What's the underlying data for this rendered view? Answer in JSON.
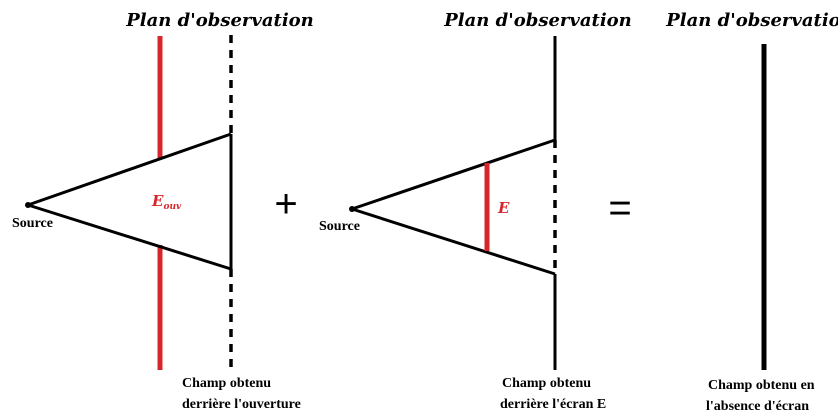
{
  "panels": [
    {
      "plane_title": "Plan d'observation",
      "source_label": "Source",
      "aperture_label": "E",
      "aperture_subscript": "ouv",
      "caption_line1": "Champ obtenu",
      "caption_line2": "derrière l'ouverture"
    },
    {
      "plane_title": "Plan d'observation",
      "source_label": "Source",
      "screen_label": "E",
      "caption_line1": "Champ obtenu",
      "caption_line2": "derrière l'écran E"
    },
    {
      "plane_title": "Plan d'observation",
      "caption_line1": "Champ obtenu en",
      "caption_line2": "l'absence d'écran"
    }
  ],
  "operators": {
    "plus": "+",
    "equals": "="
  },
  "colors": {
    "line": "#000000",
    "red": "#d6262b"
  }
}
